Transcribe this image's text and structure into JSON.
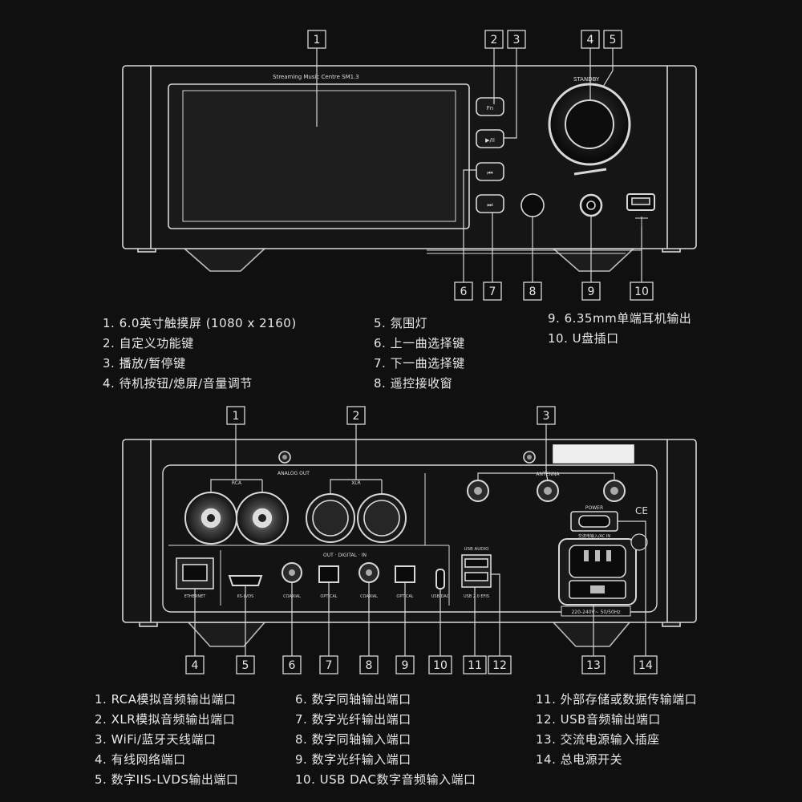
{
  "front": {
    "model_text": "Streaming Music Centre  SM1.3",
    "standby_text": "STANDBY",
    "button_labels": [
      "Fn",
      "▶/II",
      "⏮",
      "⏭"
    ],
    "callouts": [
      "1",
      "2",
      "3",
      "4",
      "5",
      "6",
      "7",
      "8",
      "9",
      "10"
    ],
    "legend_col1": [
      "1. 6.0英寸触摸屏 (1080 x 2160)",
      "2. 自定义功能键",
      "3. 播放/暂停键",
      "4. 待机按钮/熄屏/音量调节"
    ],
    "legend_col2": [
      "5. 氛围灯",
      "6. 上一曲选择键",
      "7. 下一曲选择键",
      "8. 遥控接收窗"
    ],
    "legend_col3": [
      "9. 6.35mm单端耳机输出",
      "10. U盘插口"
    ]
  },
  "back": {
    "analog_out": "ANALOG OUT",
    "rca": "RCA",
    "xlr": "XLR",
    "antenna": "ANTENNA",
    "out_digital_in": "OUT · DIGITAL · IN",
    "usb_audio": "USB AUDIO",
    "power": "POWER",
    "ac_in": "交流电输入/AC IN",
    "voltage": "220-240V~ 50/50Hz",
    "ce": "CE",
    "port_labels": [
      "ETHERNET",
      "IIS-LVDS",
      "COAXIAL",
      "OPTICAL",
      "COAXIAL",
      "OPTICAL",
      "USB DAC",
      "USB 2.0 EFIS"
    ],
    "callouts": [
      "1",
      "2",
      "3",
      "4",
      "5",
      "6",
      "7",
      "8",
      "9",
      "10",
      "11",
      "12",
      "13",
      "14"
    ],
    "legend_col1": [
      "1. RCA模拟音频输出端口",
      "2. XLR模拟音频输出端口",
      "3. WiFi/蓝牙天线端口",
      "4. 有线网络端口",
      "5. 数字IIS-LVDS输出端口"
    ],
    "legend_col2": [
      "6. 数字同轴输出端口",
      "7. 数字光纤输出端口",
      "8. 数字同轴输入端口",
      "9. 数字光纤输入端口",
      "10. USB DAC数字音频输入端口"
    ],
    "legend_col3": [
      "11. 外部存储或数据传输端口",
      "12. USB音频输出端口",
      "13. 交流电源输入插座",
      "14. 总电源开关"
    ]
  },
  "colors": {
    "background": "#101010",
    "line": "#d8d8d8",
    "body": "#161616"
  }
}
